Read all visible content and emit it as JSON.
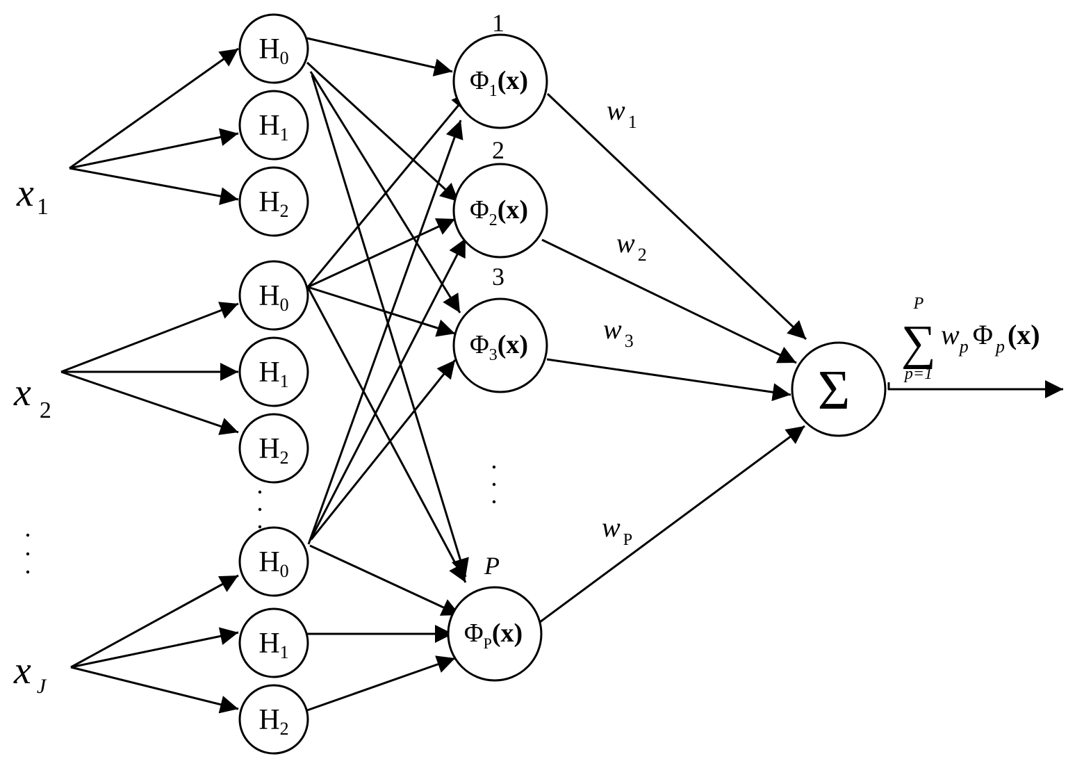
{
  "inputs": [
    {
      "sym": "x",
      "sub": "1"
    },
    {
      "sym": "x",
      "sub": "2"
    },
    {
      "sym": "x",
      "sub": "J"
    }
  ],
  "h_nodes": [
    {
      "base": "H",
      "sub": "0"
    },
    {
      "base": "H",
      "sub": "1"
    },
    {
      "base": "H",
      "sub": "2"
    }
  ],
  "phi_nodes": [
    {
      "index": "1",
      "base": "Φ",
      "sub": "1",
      "arg": "(x)"
    },
    {
      "index": "2",
      "base": "Φ",
      "sub": "2",
      "arg": "(x)"
    },
    {
      "index": "3",
      "base": "Φ",
      "sub": "3",
      "arg": "(x)"
    },
    {
      "index": "P",
      "base": "Φ",
      "sub": "P",
      "arg": "(x)"
    }
  ],
  "weights": [
    {
      "sym": "w",
      "sub": "1"
    },
    {
      "sym": "w",
      "sub": "2"
    },
    {
      "sym": "w",
      "sub": "3"
    },
    {
      "sym": "w",
      "sub": "P"
    }
  ],
  "sum_node": {
    "symbol": "Σ"
  },
  "output": {
    "sum_symbol": "∑",
    "upper": "P",
    "lower": "p=1",
    "w": "w",
    "w_sub": "p",
    "phi": "Φ",
    "phi_sub": "p",
    "arg": "(x)"
  }
}
